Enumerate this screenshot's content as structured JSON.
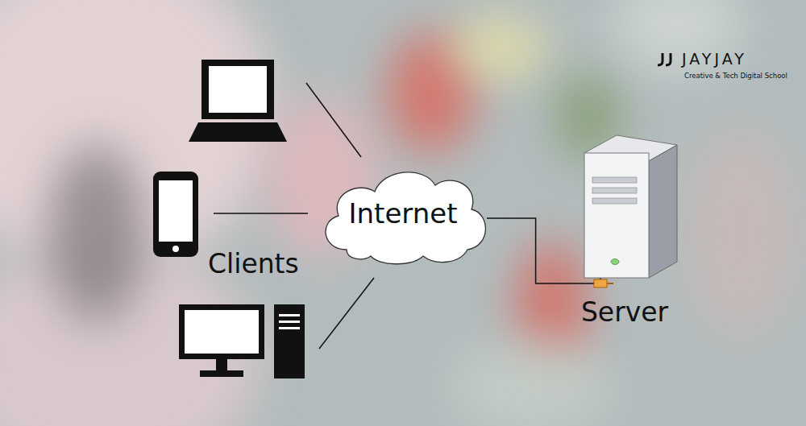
{
  "diagram": {
    "nodes": [
      {
        "text": [
          "Internet"
        ]
      },
      {
        "text": [
          "Server"
        ]
      }
    ],
    "edges": [
      {
        "from": 0,
        "to": 1,
        "arrow": "none"
      }
    ],
    "labels": [
      "Clients",
      "JAYJAY",
      "Creative & Tech Digital School"
    ]
  }
}
